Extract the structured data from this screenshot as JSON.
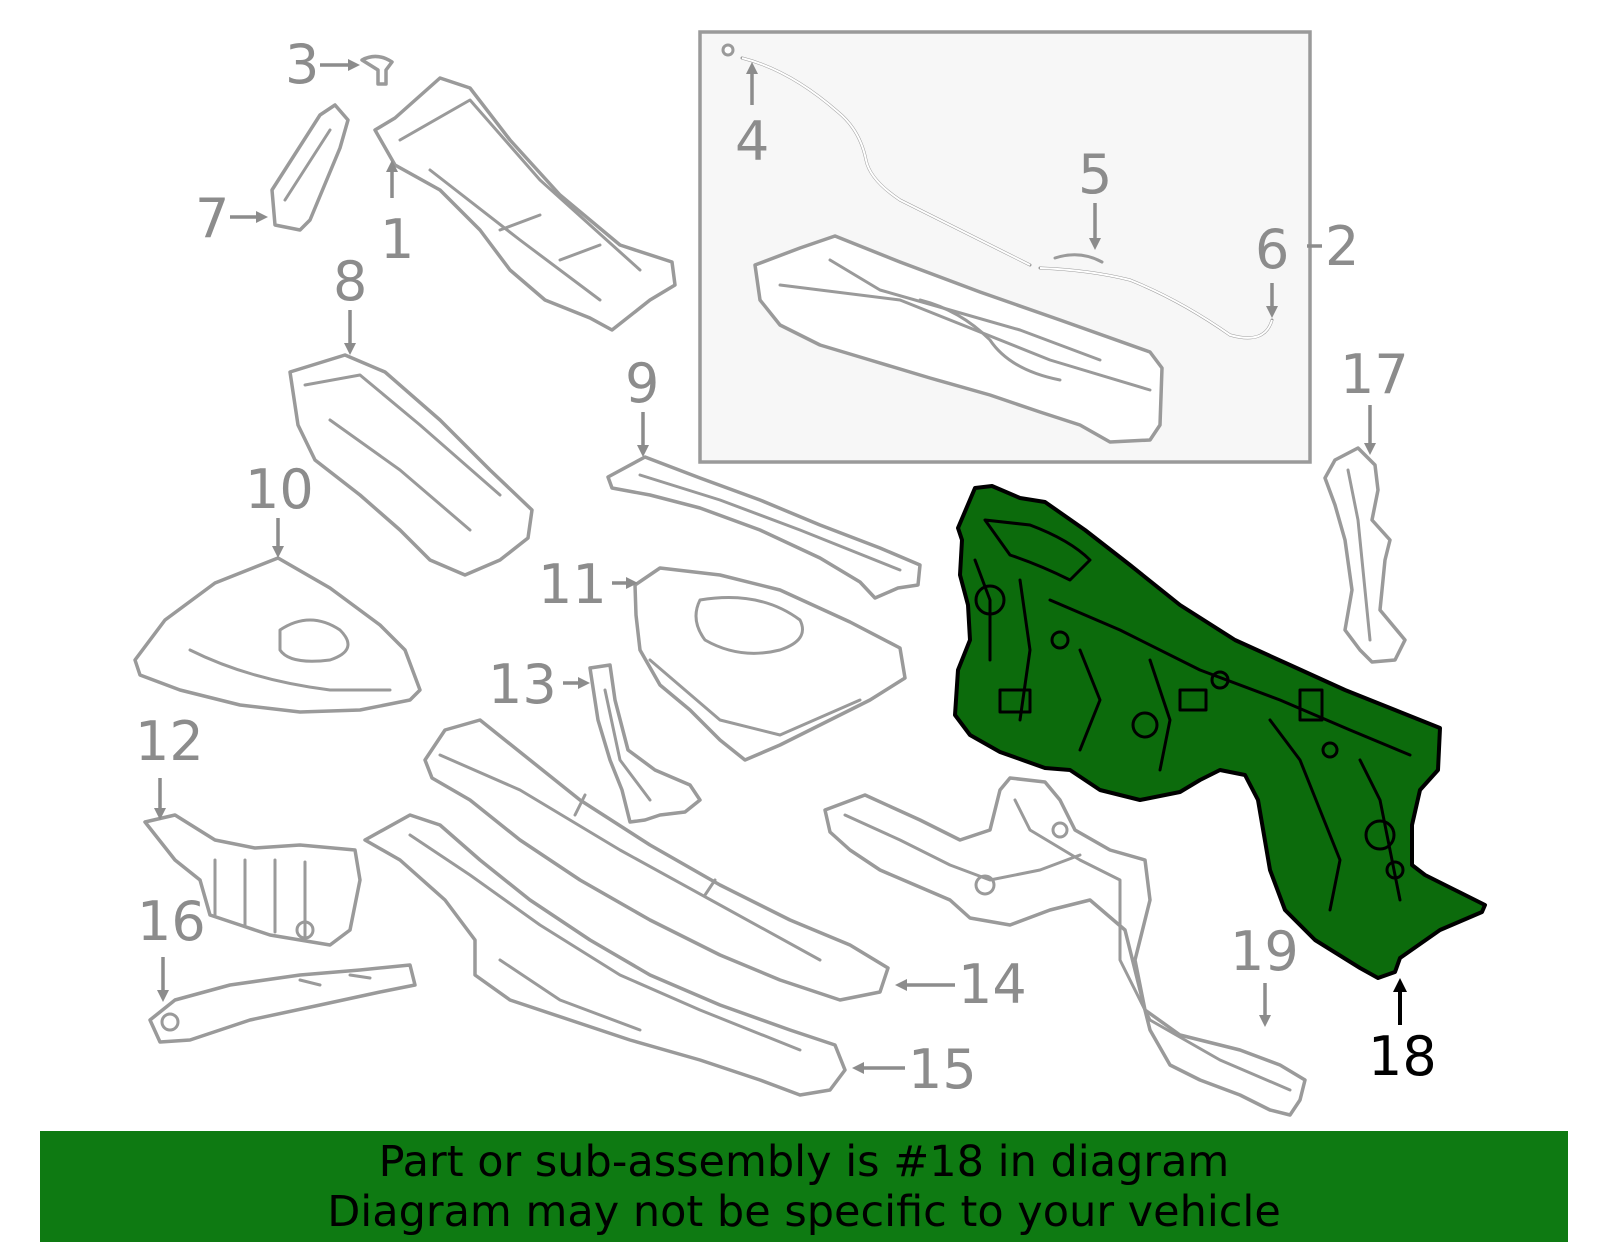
{
  "diagram": {
    "callouts": {
      "c1": "1",
      "c2": "2",
      "c3": "3",
      "c4": "4",
      "c5": "5",
      "c6": "6",
      "c7": "7",
      "c8": "8",
      "c9": "9",
      "c10": "10",
      "c11": "11",
      "c12": "12",
      "c13": "13",
      "c14": "14",
      "c15": "15",
      "c16": "16",
      "c17": "17",
      "c18": "18",
      "c19": "19"
    },
    "highlighted_part": "18",
    "colors": {
      "highlight_fill": "#0c6b0c",
      "outline": "#9a9a9a",
      "banner": "#0e7a12"
    }
  },
  "banner": {
    "line1": "Part or sub-assembly is #18 in diagram",
    "line2": "Diagram may not be specific to your vehicle"
  }
}
